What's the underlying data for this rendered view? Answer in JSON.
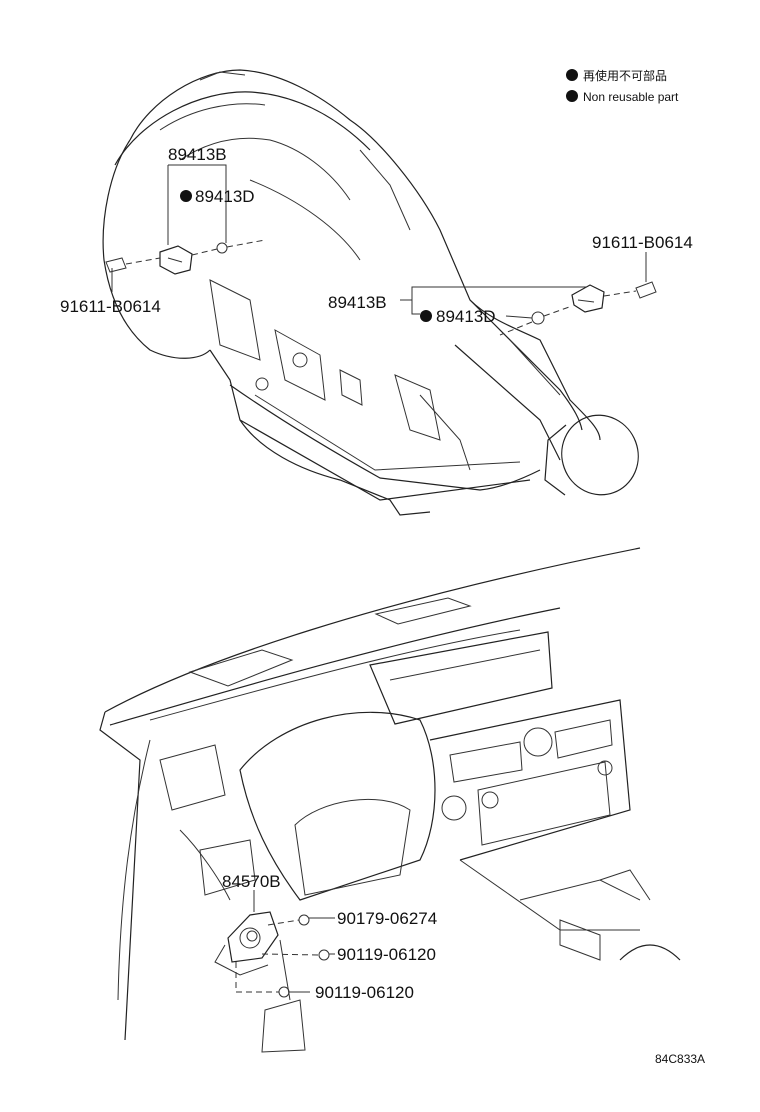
{
  "legend": {
    "line1": "再使用不可部品",
    "line2": "Non reusable part"
  },
  "labels": {
    "p89413b_top": "89413B",
    "p89413d_top": "89413D",
    "p91611_left": "91611-B0614",
    "p91611_right": "91611-B0614",
    "p89413b_right": "89413B",
    "p89413d_right": "89413D",
    "p84570b": "84570B",
    "p90179": "90179-06274",
    "p90119_a": "90119-06120",
    "p90119_b": "90119-06120"
  },
  "figure_code": "84C833A",
  "colors": {
    "line": "#222222",
    "marker": "#111111"
  }
}
